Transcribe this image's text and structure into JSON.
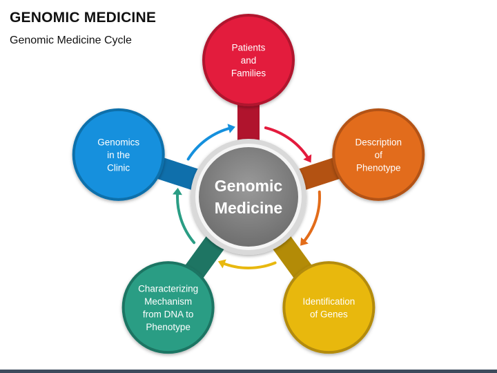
{
  "header": {
    "title": "GENOMIC MEDICINE",
    "subtitle": "Genomic Medicine Cycle"
  },
  "center": {
    "lines": [
      "Genomic",
      "Medicine"
    ],
    "color": "#7f7f7f"
  },
  "nodes": [
    {
      "id": "patients-and-families",
      "lines": [
        "Patients",
        "and",
        "Families"
      ],
      "color": "#e31b3d",
      "dark": "#b0142d"
    },
    {
      "id": "description-of-phenotype",
      "lines": [
        "Description",
        "of",
        "Phenotype"
      ],
      "color": "#e26c1a",
      "dark": "#b35212"
    },
    {
      "id": "identification-of-genes",
      "lines": [
        "Identification",
        "of Genes"
      ],
      "color": "#e8b80f",
      "dark": "#b38b07"
    },
    {
      "id": "characterizing-mechanism",
      "lines": [
        "Characterizing",
        "Mechanism",
        "from DNA to",
        "Phenotype"
      ],
      "color": "#2a9d84",
      "dark": "#1e7563"
    },
    {
      "id": "genomics-in-the-clinic",
      "lines": [
        "Genomics",
        "in the",
        "Clinic"
      ],
      "color": "#1590dd",
      "dark": "#0f6fab"
    }
  ],
  "arrow_colors": [
    "#e31b3d",
    "#e26c1a",
    "#e8b80f",
    "#2a9d84",
    "#1590dd"
  ]
}
